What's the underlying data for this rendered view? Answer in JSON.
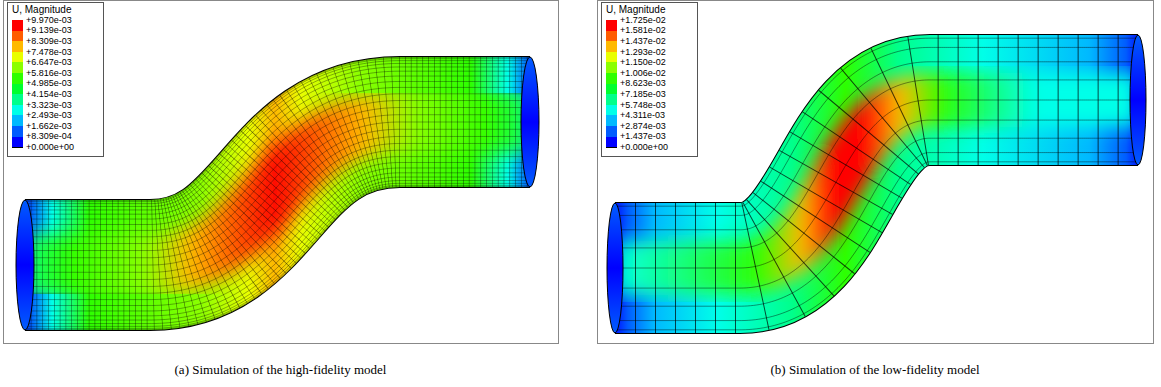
{
  "diagram": {
    "labels": [
      "U, Magnitude",
      "U, Magnitude",
      "(a) Simulation of the high-fidelity model",
      "(b) Simulation of the low-fidelity model"
    ],
    "legend": [
      {
        "text": "+9.970e-03",
        "color": "#ff0000"
      },
      {
        "text": "+9.139e-03",
        "color": "#ff5c00"
      },
      {
        "text": "+8.309e-03",
        "color": "#ffb900"
      },
      {
        "text": "+7.478e-03",
        "color": "#e9ff00"
      },
      {
        "text": "+6.647e-03",
        "color": "#8bff00"
      },
      {
        "text": "+5.816e-03",
        "color": "#2eff00"
      },
      {
        "text": "+4.985e-03",
        "color": "#00ff2e"
      },
      {
        "text": "+4.154e-03",
        "color": "#00ff8b"
      },
      {
        "text": "+3.323e-03",
        "color": "#00ffe8"
      },
      {
        "text": "+2.493e-03",
        "color": "#00b9ff"
      },
      {
        "text": "+1.662e-03",
        "color": "#005cff"
      },
      {
        "text": "+8.309e-04",
        "color": "#0000ff"
      },
      {
        "text": "+0.000e+00"
      },
      {
        "text": "+1.725e-02",
        "color": "#ff0000"
      },
      {
        "text": "+1.581e-02",
        "color": "#ff5c00"
      },
      {
        "text": "+1.437e-02",
        "color": "#ffb900"
      },
      {
        "text": "+1.293e-02",
        "color": "#e9ff00"
      },
      {
        "text": "+1.150e-02",
        "color": "#8bff00"
      },
      {
        "text": "+1.006e-02",
        "color": "#2eff00"
      },
      {
        "text": "+8.623e-03",
        "color": "#00ff2e"
      },
      {
        "text": "+7.185e-03",
        "color": "#00ff8b"
      },
      {
        "text": "+5.748e-03",
        "color": "#00ffe8"
      },
      {
        "text": "+4.311e-03",
        "color": "#00b9ff"
      },
      {
        "text": "+2.874e-03",
        "color": "#005cff"
      },
      {
        "text": "+1.437e-03",
        "color": "#0000ff"
      },
      {
        "text": "+0.000e+00"
      }
    ]
  }
}
